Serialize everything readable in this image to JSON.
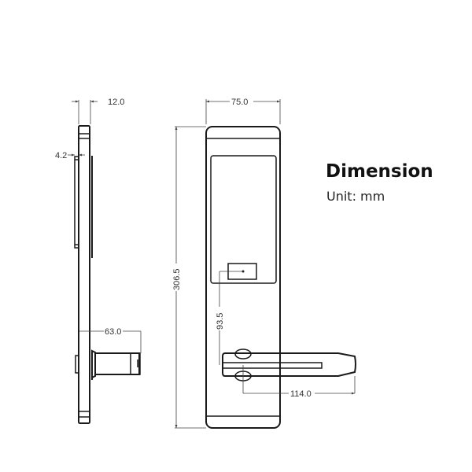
{
  "title": "Dimension",
  "unit_label": "Unit: mm",
  "dimensions": {
    "side_thickness": "12.0",
    "handle_offset": "4.2",
    "handle_projection": "63.0",
    "front_width": "75.0",
    "total_height": "306.5",
    "sensor_to_handle": "93.5",
    "handle_length": "114.0"
  },
  "colors": {
    "line": "#1a1a1a",
    "dimension_line": "#444444",
    "text": "#111111"
  }
}
